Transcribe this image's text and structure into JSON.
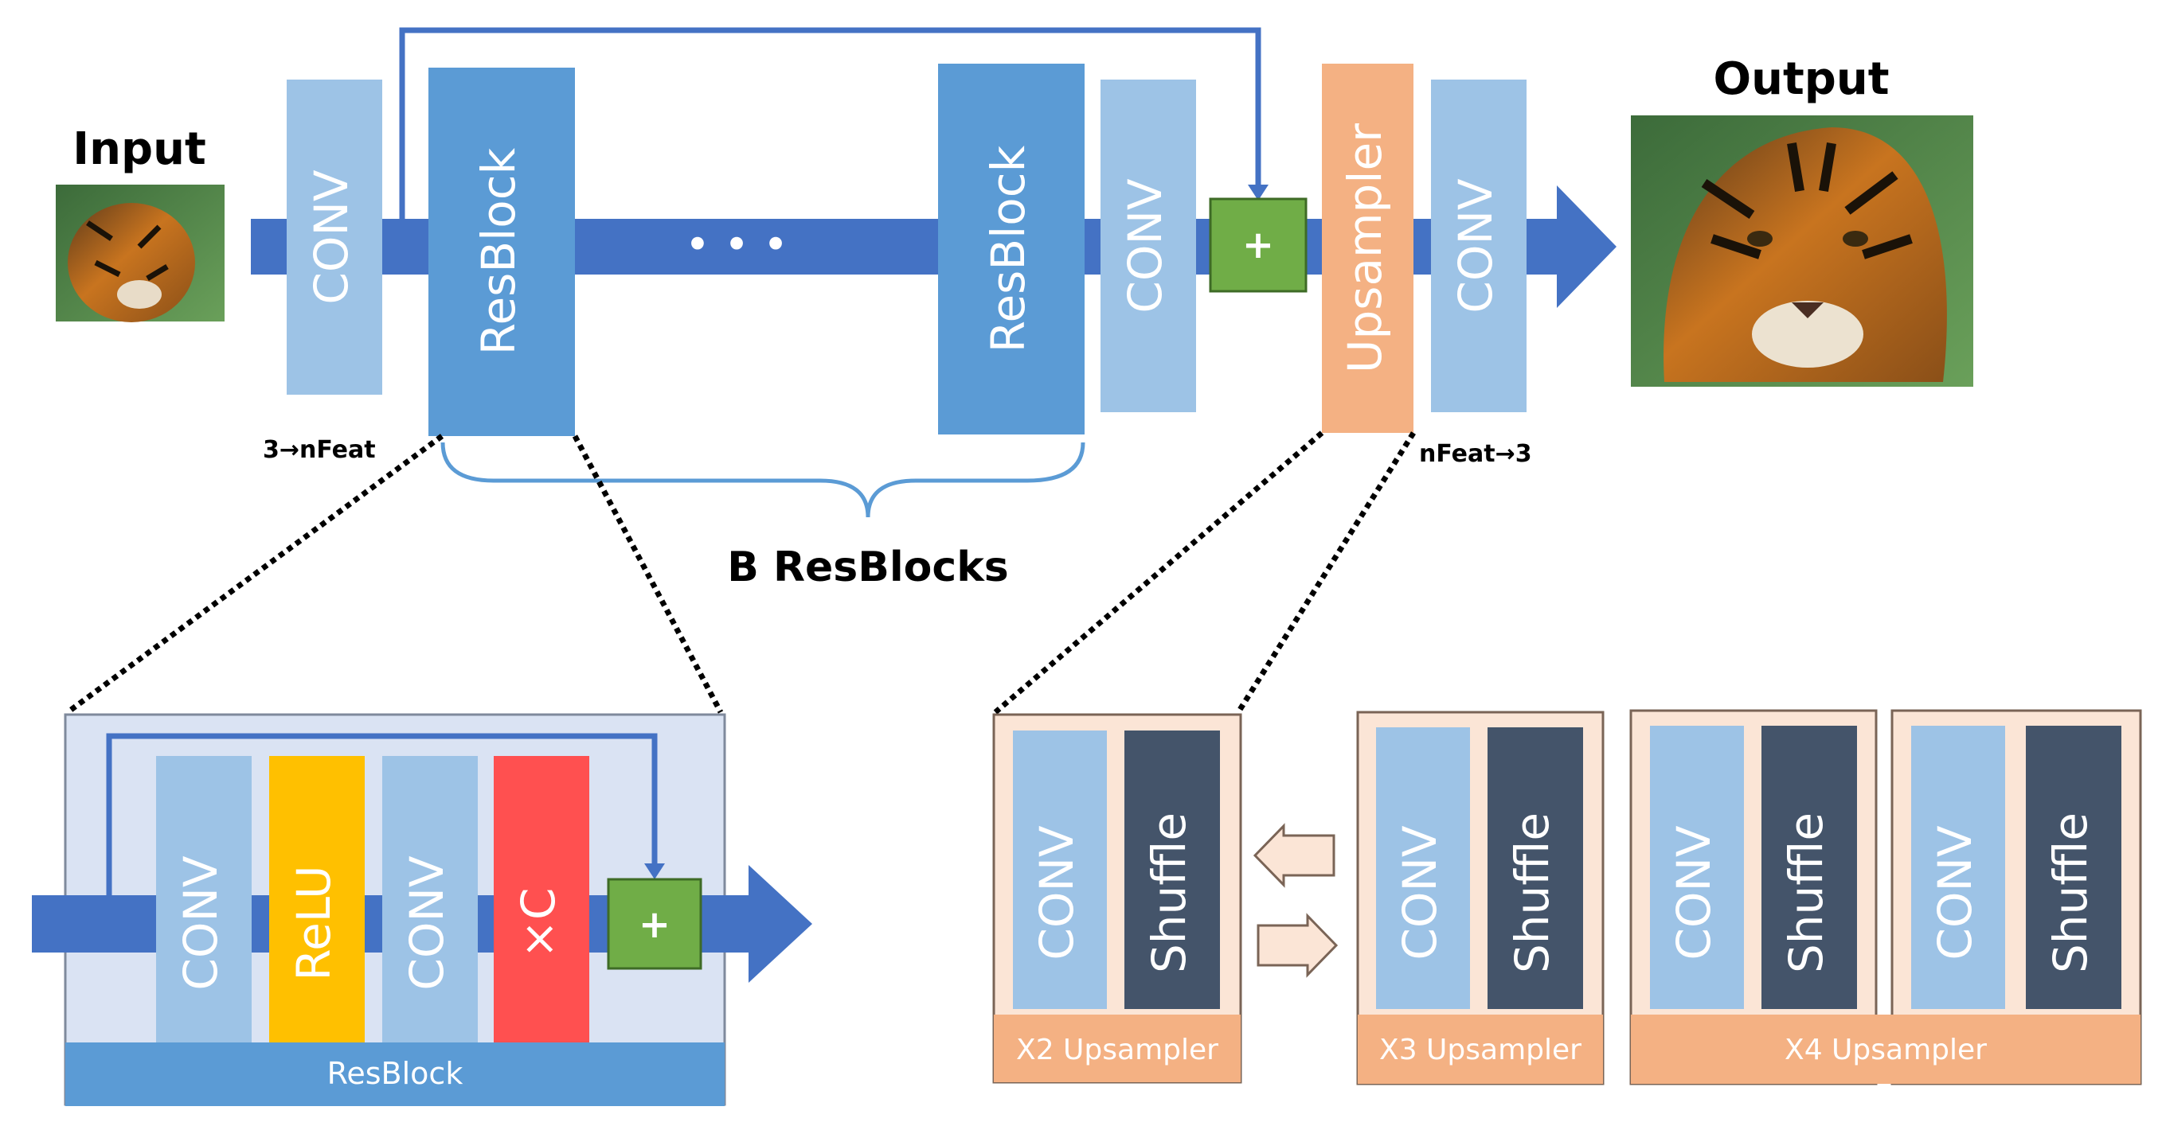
{
  "labels": {
    "input": "Input",
    "output": "Output",
    "conv": "CONV",
    "resblock": "ResBlock",
    "upsampler": "Upsampler",
    "plus": "+",
    "dots": "• • •",
    "in_channels": "3→nFeat",
    "out_channels": "nFeat→3",
    "b_resblocks": "B ResBlocks",
    "relu": "ReLU",
    "scale": "×C",
    "resblock_footer": "ResBlock",
    "shuffle": "Shuffle",
    "x2_upsampler": "X2 Upsampler",
    "x3_upsampler": "X3 Upsampler",
    "x4_upsampler": "X4 Upsampler"
  },
  "colors": {
    "flow_blue": "#4472c4",
    "conv_light": "#9dc3e6",
    "resblock_blue": "#5b9bd5",
    "add_green": "#70ad47",
    "upsampler_orange": "#f4b183",
    "upsampler_panel": "#fbe5d6",
    "shuffle_dark": "#44546a",
    "relu_yellow": "#ffc000",
    "scale_red": "#ff5050",
    "resblock_panel": "#dae3f3"
  },
  "icons": {
    "input_image": "tiger-thumbnail-image",
    "output_image": "tiger-large-image"
  }
}
